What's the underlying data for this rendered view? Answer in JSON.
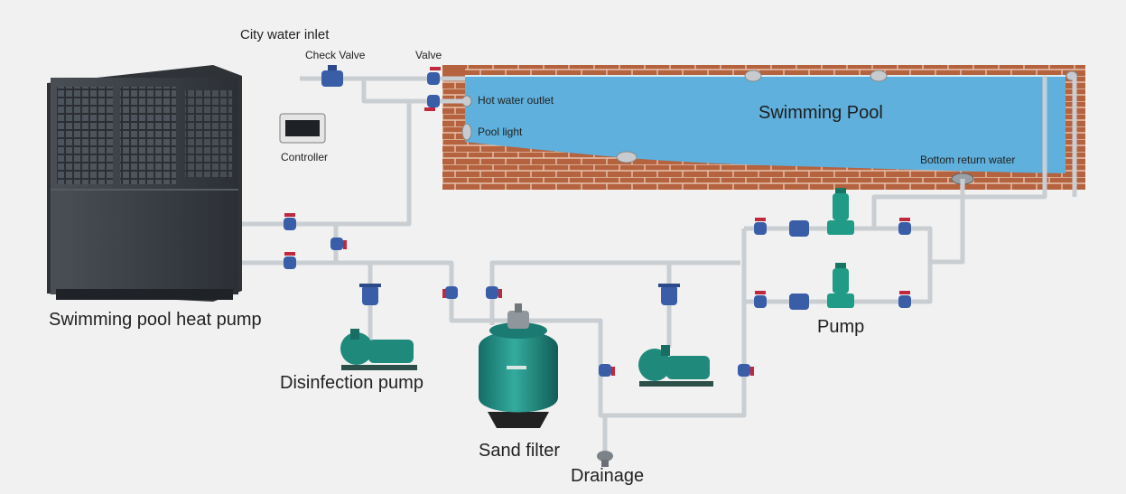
{
  "labels": {
    "city_water_inlet": "City water inlet",
    "check_valve": "Check Valve",
    "valve": "Valve",
    "hot_water_outlet": "Hot water outlet",
    "pool_light": "Pool light",
    "swimming_pool": "Swimming Pool",
    "bottom_return_water": "Bottom return water",
    "controller": "Controller",
    "heat_pump": "Swimming pool heat pump",
    "disinfection_pump": "Disinfection pump",
    "sand_filter": "Sand filter",
    "drainage": "Drainage",
    "pump": "Pump"
  },
  "colors": {
    "background": "#f1f1f1",
    "pipe": "#c9ced3",
    "pool_water": "#5fb0dc",
    "brick": "#b5623f",
    "valve_red": "#c0283d",
    "valve_blue": "#3a5da8",
    "pump_green": "#1f9b86",
    "heat_pump_body": "#3d4146",
    "sand_filter": "#1f8f86"
  }
}
